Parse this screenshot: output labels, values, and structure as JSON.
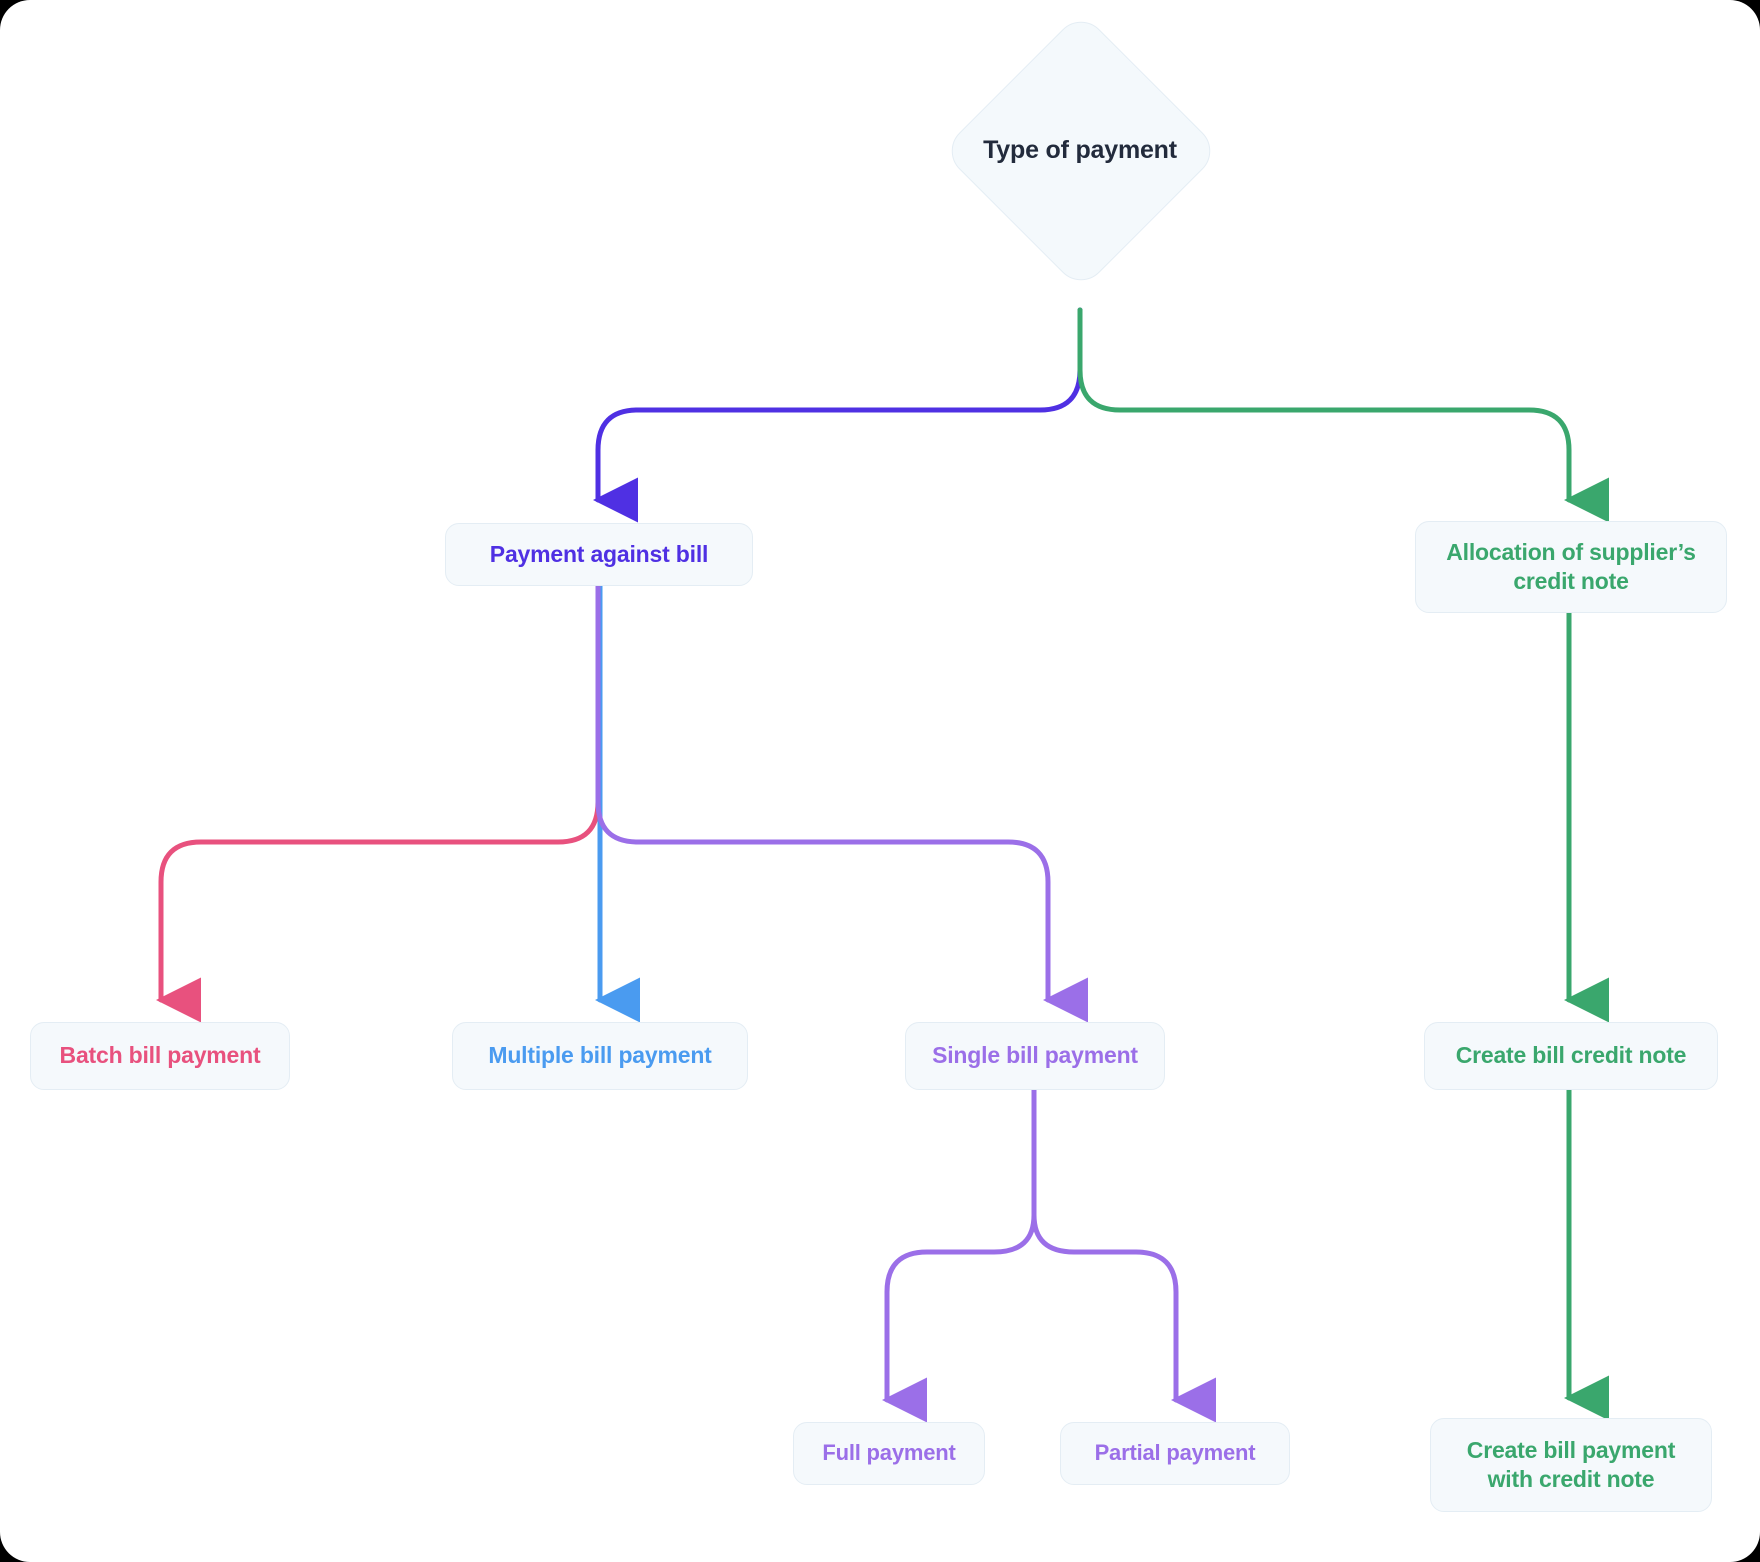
{
  "diagram": {
    "title": "Type of payment",
    "background": "#ffffff",
    "node_fill": "#f5f9fc",
    "node_border": "#e4edf4",
    "root": {
      "label": "Type of payment",
      "shape": "diamond",
      "text_color": "#222b3c"
    },
    "nodes": [
      {
        "id": "payment-against-bill",
        "label": "Payment against bill",
        "color": "#4f30e3"
      },
      {
        "id": "allocation-credit",
        "label": "Allocation of supplier’s credit note",
        "color": "#3aa76d"
      },
      {
        "id": "batch",
        "label": "Batch bill payment",
        "color": "#e8517e"
      },
      {
        "id": "multiple",
        "label": "Multiple bill payment",
        "color": "#4a9bf0"
      },
      {
        "id": "single",
        "label": "Single bill payment",
        "color": "#9b6fe8"
      },
      {
        "id": "create-credit-note",
        "label": "Create bill credit note",
        "color": "#3aa76d"
      },
      {
        "id": "full",
        "label": "Full payment",
        "color": "#9b6fe8"
      },
      {
        "id": "partial",
        "label": "Partial payment",
        "color": "#9b6fe8"
      },
      {
        "id": "create-bill-payment",
        "label": "Create bill payment with credit note",
        "color": "#3aa76d"
      }
    ],
    "edges": [
      {
        "from": "root",
        "to": "payment-against-bill",
        "color": "#4f30e3"
      },
      {
        "from": "root",
        "to": "allocation-credit",
        "color": "#3aa76d"
      },
      {
        "from": "payment-against-bill",
        "to": "batch",
        "color": "#e8517e"
      },
      {
        "from": "payment-against-bill",
        "to": "multiple",
        "color": "#4a9bf0"
      },
      {
        "from": "payment-against-bill",
        "to": "single",
        "color": "#9b6fe8"
      },
      {
        "from": "allocation-credit",
        "to": "create-credit-note",
        "color": "#3aa76d"
      },
      {
        "from": "single",
        "to": "full",
        "color": "#9b6fe8"
      },
      {
        "from": "single",
        "to": "partial",
        "color": "#9b6fe8"
      },
      {
        "from": "create-credit-note",
        "to": "create-bill-payment",
        "color": "#3aa76d"
      }
    ]
  }
}
